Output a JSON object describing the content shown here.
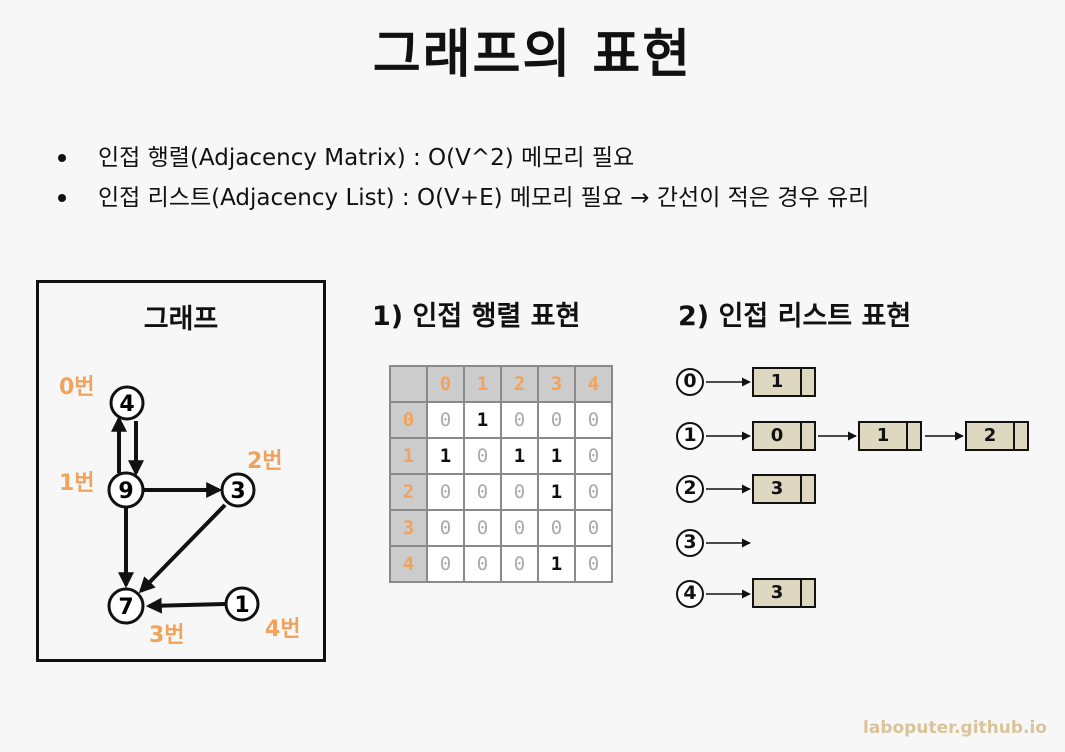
{
  "title": "그래프의 표현",
  "bullets": [
    "인접 행렬(Adjacency Matrix) : O(V^2) 메모리 필요",
    "인접 리스트(Adjacency List) : O(V+E) 메모리 필요 → 간선이 적은 경우 유리"
  ],
  "graph": {
    "title": "그래프",
    "nodes": [
      {
        "label": "4",
        "tag": "0번"
      },
      {
        "label": "9",
        "tag": "1번"
      },
      {
        "label": "3",
        "tag": "2번"
      },
      {
        "label": "7",
        "tag": "3번"
      },
      {
        "label": "1",
        "tag": "4번"
      }
    ]
  },
  "matrix": {
    "title": "1) 인접 행렬 표현",
    "headers": [
      "0",
      "1",
      "2",
      "3",
      "4"
    ],
    "rows": [
      [
        "0",
        "1",
        "0",
        "0",
        "0"
      ],
      [
        "1",
        "0",
        "1",
        "1",
        "0"
      ],
      [
        "0",
        "0",
        "0",
        "1",
        "0"
      ],
      [
        "0",
        "0",
        "0",
        "0",
        "0"
      ],
      [
        "0",
        "0",
        "0",
        "1",
        "0"
      ]
    ]
  },
  "list": {
    "title": "2) 인접 리스트 표현",
    "rows": [
      {
        "index": "0",
        "nodes": [
          "1"
        ]
      },
      {
        "index": "1",
        "nodes": [
          "0",
          "1",
          "2"
        ]
      },
      {
        "index": "2",
        "nodes": [
          "3"
        ]
      },
      {
        "index": "3",
        "nodes": []
      },
      {
        "index": "4",
        "nodes": [
          "3"
        ]
      }
    ]
  },
  "footer": "laboputer.github.io"
}
